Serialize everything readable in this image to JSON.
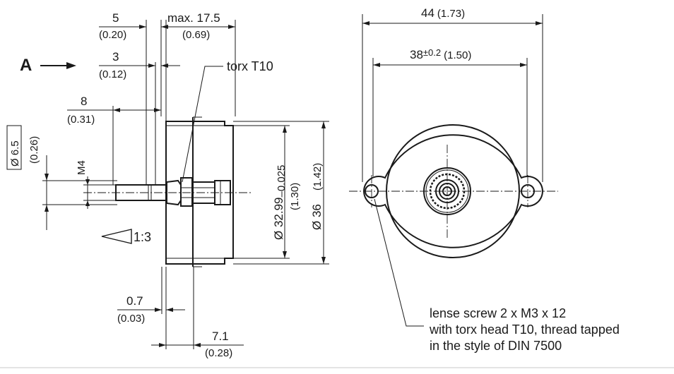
{
  "dimensions": {
    "d5": {
      "value": "5",
      "inch": "(0.20)"
    },
    "d17_5": {
      "value": "max. 17.5",
      "inch": "(0.69)"
    },
    "d3": {
      "value": "3",
      "inch": "(0.12)"
    },
    "d8": {
      "value": "8",
      "inch": "(0.31)"
    },
    "d6_5": {
      "value": "Ø 6.5",
      "inch": "(0.26)"
    },
    "thread": "M4",
    "torx": "torx T10",
    "dia_32": {
      "value": "Ø 32.99",
      "tolerance": "–0.025",
      "inch": "(1.30)"
    },
    "dia_36": {
      "value": "Ø 36",
      "inch": "(1.42)"
    },
    "d0_7": {
      "value": "0.7",
      "inch": "(0.03)"
    },
    "d7_1": {
      "value": "7.1",
      "inch": "(0.28)"
    },
    "d44": {
      "value": "44",
      "inch": "(1.73)"
    },
    "d38": {
      "value": "38",
      "tolerance": "±0.2",
      "inch": "(1.50)"
    }
  },
  "view_arrow": "A",
  "taper": "1:3",
  "note": {
    "line1": "lense screw 2 x M3 x 12",
    "line2": "with torx head T10, thread tapped",
    "line3": "in the style of DIN 7500"
  }
}
